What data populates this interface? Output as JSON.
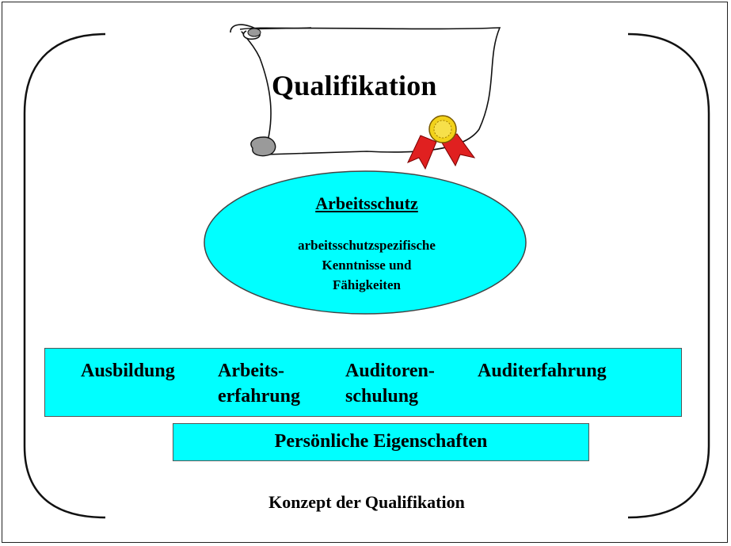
{
  "scroll": {
    "title": "Qualifikation"
  },
  "center": {
    "heading": "Arbeitsschutz",
    "line1": "arbeitsschutzspezifische",
    "line2": "Kenntnisse und",
    "line3": "Fähigkeiten"
  },
  "band": {
    "item1": "Ausbildung",
    "item2_line1": "Arbeits-",
    "item2_line2": "erfahrung",
    "item3_line1": "Auditoren-",
    "item3_line2": "schulung",
    "item4": "Auditerfahrung"
  },
  "base": {
    "label": "Persönliche Eigenschaften"
  },
  "caption": "Konzept der Qualifikation",
  "colors": {
    "cyan": "#00ffff",
    "seal_gold": "#f2d21a",
    "ribbon_red": "#e02020"
  }
}
